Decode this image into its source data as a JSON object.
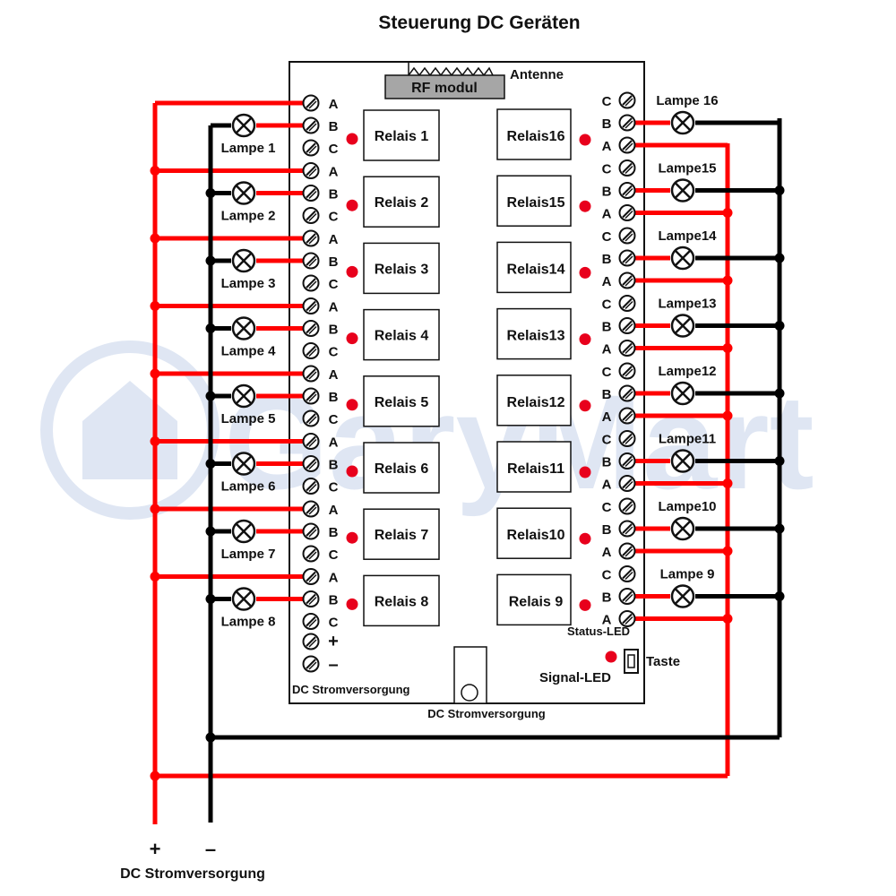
{
  "title": "Steuerung DC Geräten",
  "watermark": "GaryMart",
  "board": {
    "antenna_label": "Antenne",
    "rf_module_label": "RF modul",
    "left_relays": [
      "Relais 1",
      "Relais 2",
      "Relais 3",
      "Relais 4",
      "Relais 5",
      "Relais 6",
      "Relais 7",
      "Relais 8"
    ],
    "right_relays": [
      "Relais16",
      "Relais15",
      "Relais14",
      "Relais13",
      "Relais12",
      "Relais11",
      "Relais10",
      "Relais 9"
    ],
    "terminal_letters_left": [
      "A",
      "B",
      "C"
    ],
    "terminal_letters_right": [
      "C",
      "B",
      "A"
    ],
    "power_plus": "+",
    "power_minus": "–",
    "left_power_label": "DC Stromversorgung",
    "bottom_power_label": "DC Stromversorgung",
    "status_led_label": "Status-LED",
    "signal_led_label": "Signal-LED",
    "button_label": "Taste"
  },
  "lamps_left": [
    "Lampe 1",
    "Lampe 2",
    "Lampe 3",
    "Lampe 4",
    "Lampe 5",
    "Lampe 6",
    "Lampe 7",
    "Lampe 8"
  ],
  "lamps_right": [
    "Lampe 16",
    "Lampe15",
    "Lampe14",
    "Lampe13",
    "Lampe12",
    "Lampe11",
    "Lampe10",
    "Lampe 9"
  ],
  "supply": {
    "plus": "+",
    "minus": "–",
    "label": "DC Stromversorgung"
  },
  "colors": {
    "positive_wire": "#ff0000",
    "negative_wire": "#000000",
    "led": "#e8001c",
    "rf_module": "#a6a6a6",
    "watermark": "#c5d3ea"
  }
}
